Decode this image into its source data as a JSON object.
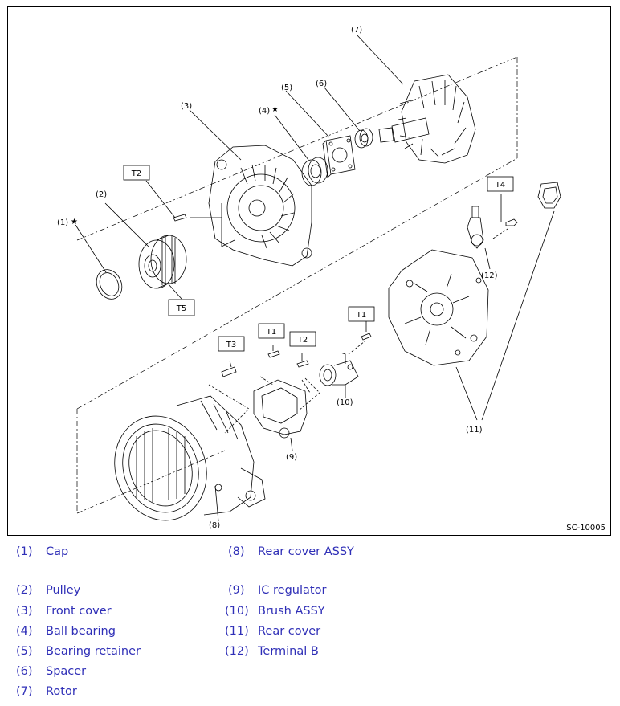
{
  "figure": {
    "id": "SC-10005",
    "callouts": {
      "c1": "(1)",
      "c2": "(2)",
      "c3": "(3)",
      "c4": "(4)",
      "c5": "(5)",
      "c6": "(6)",
      "c7": "(7)",
      "c8": "(8)",
      "c9": "(9)",
      "c10": "(10)",
      "c11": "(11)",
      "c12": "(12)"
    },
    "star": "★",
    "torque_labels": {
      "t2_front": "T2",
      "t5": "T5",
      "t4": "T4",
      "t1_brush": "T1",
      "t1_ic": "T1",
      "t2_ic": "T2",
      "t3": "T3"
    }
  },
  "legend": {
    "col1": [
      {
        "num": "(1)",
        "name": "Cap"
      },
      {
        "num": "(2)",
        "name": "Pulley"
      },
      {
        "num": "(3)",
        "name": "Front cover"
      },
      {
        "num": "(4)",
        "name": "Ball bearing"
      },
      {
        "num": "(5)",
        "name": "Bearing retainer"
      },
      {
        "num": "(6)",
        "name": "Spacer"
      },
      {
        "num": "(7)",
        "name": "Rotor"
      }
    ],
    "col2": [
      {
        "num": "(8)",
        "name": "Rear cover ASSY"
      },
      {
        "num": "(9)",
        "name": "IC regulator"
      },
      {
        "num": "(10)",
        "name": "Brush ASSY"
      },
      {
        "num": "(11)",
        "name": "Rear cover"
      },
      {
        "num": "(12)",
        "name": "Terminal B"
      }
    ]
  }
}
